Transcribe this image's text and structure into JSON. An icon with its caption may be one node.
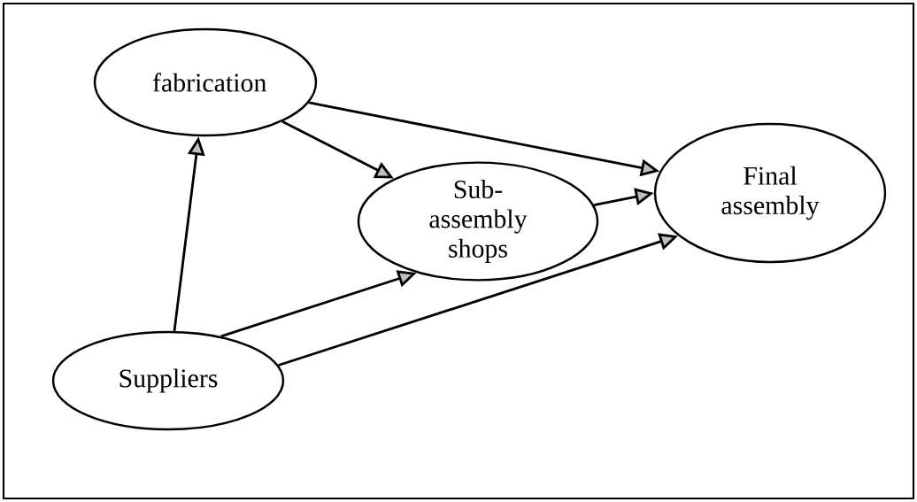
{
  "diagram": {
    "nodes": [
      {
        "text": [
          "fabrication"
        ]
      },
      {
        "text": [
          "Sub-assembly shops"
        ]
      },
      {
        "text": [
          "Final assembly"
        ]
      },
      {
        "text": [
          "Suppliers"
        ]
      }
    ],
    "edges": [
      {
        "from": 0,
        "to": 2,
        "arrow": "to"
      },
      {
        "from": 0,
        "to": 1,
        "arrow": "to"
      },
      {
        "from": 1,
        "to": 2,
        "arrow": "to"
      },
      {
        "from": 3,
        "to": 0,
        "arrow": "to"
      },
      {
        "from": 3,
        "to": 1,
        "arrow": "to"
      },
      {
        "from": 3,
        "to": 2,
        "arrow": "to"
      }
    ]
  }
}
